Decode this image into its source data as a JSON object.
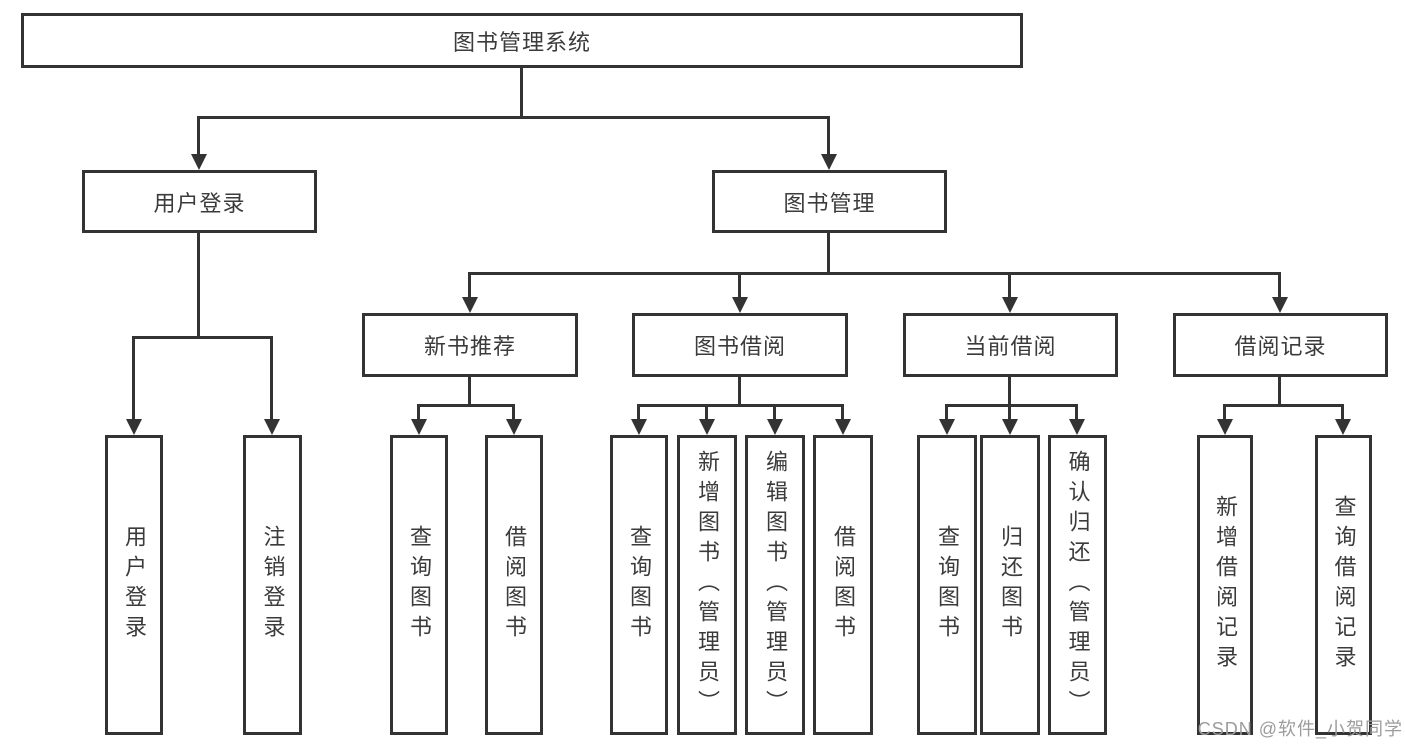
{
  "root": {
    "label": "图书管理系统"
  },
  "level2": [
    {
      "label": "用户登录"
    },
    {
      "label": "图书管理"
    }
  ],
  "modules": [
    {
      "label": "新书推荐",
      "parent": "图书管理"
    },
    {
      "label": "图书借阅",
      "parent": "图书管理"
    },
    {
      "label": "当前借阅",
      "parent": "图书管理"
    },
    {
      "label": "借阅记录",
      "parent": "图书管理"
    }
  ],
  "leaves": [
    {
      "label": "用户登录",
      "parent": "用户登录"
    },
    {
      "label": "注销登录",
      "parent": "用户登录"
    },
    {
      "label": "查询图书",
      "parent": "新书推荐"
    },
    {
      "label": "借阅图书",
      "parent": "新书推荐"
    },
    {
      "label": "查询图书",
      "parent": "图书借阅"
    },
    {
      "label": "新增图书（管理员）",
      "parent": "图书借阅"
    },
    {
      "label": "编辑图书（管理员）",
      "parent": "图书借阅"
    },
    {
      "label": "借阅图书",
      "parent": "图书借阅"
    },
    {
      "label": "查询图书",
      "parent": "当前借阅"
    },
    {
      "label": "归还图书",
      "parent": "当前借阅"
    },
    {
      "label": "确认归还（管理员）",
      "parent": "当前借阅"
    },
    {
      "label": "新增借阅记录",
      "parent": "借阅记录"
    },
    {
      "label": "查询借阅记录",
      "parent": "借阅记录"
    }
  ],
  "watermark": {
    "text": "CSDN @软件_小贺同学"
  },
  "colors": {
    "line": "#333333",
    "text": "#3b3b3b",
    "background": "#ffffff",
    "watermark": "#9c9c9c"
  }
}
